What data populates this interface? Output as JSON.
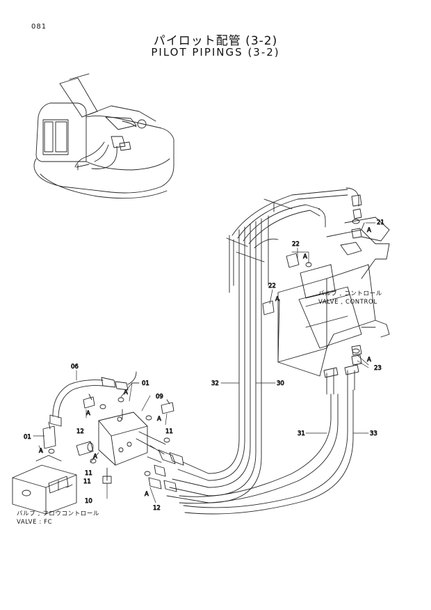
{
  "page_number": "081",
  "title_jp": "パイロット配管 (3-2)",
  "title_en": "PILOT PIPINGS (3-2)",
  "valve_control": {
    "jp": "バルブ , コントロール",
    "en": "VALVE , CONTROL"
  },
  "valve_fc": {
    "jp": "バルブ , フロウコントロール",
    "en": "VALVE : FC"
  },
  "callouts": {
    "c06": "06",
    "c01a": "01",
    "c09": "09",
    "c01b": "01",
    "c11a": "11",
    "c12a": "12",
    "c11b": "11",
    "c11c": "11",
    "c10": "10",
    "c12b": "12",
    "c32": "32",
    "c30": "30",
    "c31": "31",
    "c33": "33",
    "c21": "21",
    "c22a": "22",
    "c22b": "22",
    "c23": "23",
    "a1": "A",
    "a2": "A",
    "a3": "A",
    "a4": "A",
    "a5": "A",
    "a6": "A",
    "a7": "A",
    "a8": "A",
    "a9": "A",
    "a10": "A"
  }
}
